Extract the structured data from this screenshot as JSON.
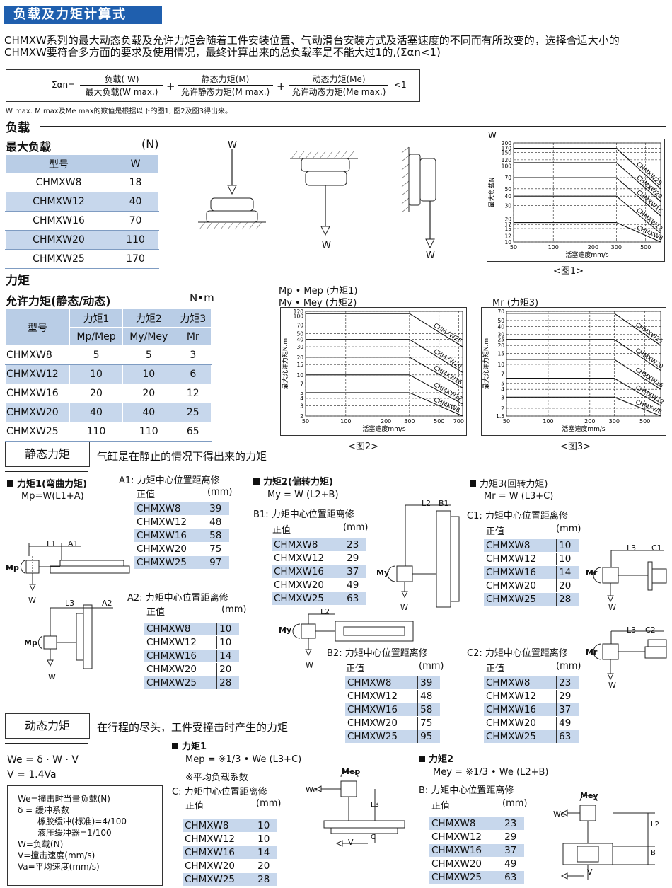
{
  "header": {
    "title": "负载及力矩计算式"
  },
  "intro": {
    "line1": "CHMXW系列的最大动态负载及允许力矩会随着工件安装位置、气动滑台安装方式及活塞速度的不同而有所改变的，选择合适大小的",
    "line2": "CHMXW要符合多方面的要求及使用情况，最终计算出来的总负载率是不能大过1的,(Σαn<1)"
  },
  "formula": {
    "lhs": "Σαn=",
    "t1_num": "负载( W)",
    "t1_den": "最大负载(W max.)",
    "t2_num": "静态力矩(M)",
    "t2_den": "允许静态力矩(M max.)",
    "t3_num": "动态力矩(Me)",
    "t3_den": "允许动态力矩(Me max.)",
    "plus": "+",
    "rhs": "<1"
  },
  "note": "W max. M max及Me max的数值是根据以下的图1, 图2及图3得出来。",
  "load": {
    "section": "负载",
    "subtitle": "最大负载",
    "unit": "(N)",
    "headers": [
      "型号",
      "W"
    ],
    "rows": [
      [
        "CHMXW8",
        "18"
      ],
      [
        "CHMXW12",
        "40"
      ],
      [
        "CHMXW16",
        "70"
      ],
      [
        "CHMXW20",
        "110"
      ],
      [
        "CHMXW25",
        "170"
      ]
    ],
    "w_label": "W"
  },
  "moment": {
    "section": "力矩",
    "subtitle": "允许力矩(静态/动态)",
    "unit": "N•m",
    "h_model": "型号",
    "h_m1": "力矩1",
    "h_m2": "力矩2",
    "h_m3": "力矩3",
    "h_s1": "Mp/Mep",
    "h_s2": "My/Mey",
    "h_s3": "Mr",
    "rows": [
      [
        "CHMXW8",
        "5",
        "5",
        "3"
      ],
      [
        "CHMXW12",
        "10",
        "10",
        "6"
      ],
      [
        "CHMXW16",
        "20",
        "20",
        "12"
      ],
      [
        "CHMXW20",
        "40",
        "40",
        "25"
      ],
      [
        "CHMXW25",
        "110",
        "110",
        "65"
      ]
    ]
  },
  "charts": {
    "fig1": {
      "label": "<图1>",
      "top": "W",
      "ylabel": "最大负载N",
      "xlabel": "活塞速度mm/s"
    },
    "fig2": {
      "label": "<图2>",
      "top1": "Mp • Mep (力矩1)",
      "top2": "My • Mey (力矩2)",
      "ylabel": "最大允许力矩N.m",
      "xlabel": "活塞速度mm/s"
    },
    "fig3": {
      "label": "<图3>",
      "top1": "Mr (力矩3)",
      "ylabel": "最大允许力矩N.m",
      "xlabel": "活塞速度mm/s"
    }
  },
  "chart_data": [
    {
      "type": "line",
      "title": "<图1>",
      "xlabel": "活塞速度mm/s",
      "ylabel": "最大负载N",
      "log_x": true,
      "log_y": true,
      "xlim": [
        50,
        650
      ],
      "ylim": [
        10,
        200
      ],
      "x_ticks": [
        "50",
        "100",
        "200",
        "300",
        "500"
      ],
      "y_ticks": [
        "10",
        "12",
        "15",
        "17",
        "20",
        "30",
        "40",
        "50",
        "70",
        "100",
        "120",
        "150",
        "170",
        "200"
      ],
      "series": [
        {
          "name": "CHMXW25",
          "x": [
            50,
            300,
            650
          ],
          "y": [
            170,
            170,
            50
          ]
        },
        {
          "name": "CHMXW20",
          "x": [
            50,
            300,
            650
          ],
          "y": [
            110,
            110,
            34
          ]
        },
        {
          "name": "CHMXW16",
          "x": [
            50,
            300,
            650
          ],
          "y": [
            70,
            70,
            22
          ]
        },
        {
          "name": "CHMXW12",
          "x": [
            50,
            300,
            650
          ],
          "y": [
            40,
            40,
            13
          ]
        },
        {
          "name": "CHMXW8",
          "x": [
            50,
            300,
            650
          ],
          "y": [
            18,
            18,
            10
          ]
        }
      ]
    },
    {
      "type": "line",
      "title": "<图2>",
      "xlabel": "活塞速度mm/s",
      "ylabel": "最大允许力矩N.m",
      "log_x": true,
      "log_y": true,
      "xlim": [
        50,
        750
      ],
      "ylim": [
        2,
        120
      ],
      "x_ticks": [
        "50",
        "100",
        "200",
        "300",
        "500",
        "700"
      ],
      "y_ticks": [
        "2",
        "3",
        "4",
        "5",
        "7",
        "10",
        "15",
        "20",
        "30",
        "40",
        "50",
        "70",
        "100",
        "120"
      ],
      "series": [
        {
          "name": "CHMXW25",
          "x": [
            50,
            300,
            750
          ],
          "y": [
            110,
            110,
            30
          ]
        },
        {
          "name": "CHMXW20",
          "x": [
            50,
            300,
            750
          ],
          "y": [
            40,
            40,
            11
          ]
        },
        {
          "name": "CHMXW16",
          "x": [
            50,
            300,
            750
          ],
          "y": [
            20,
            20,
            6
          ]
        },
        {
          "name": "CHMXW12",
          "x": [
            50,
            300,
            750
          ],
          "y": [
            10,
            10,
            3.2
          ]
        },
        {
          "name": "CHMXW8",
          "x": [
            50,
            300,
            750
          ],
          "y": [
            5,
            5,
            2
          ]
        }
      ]
    },
    {
      "type": "line",
      "title": "<图3>",
      "xlabel": "活塞速度mm/s",
      "ylabel": "最大允许力矩N.m",
      "log_x": true,
      "log_y": true,
      "xlim": [
        50,
        650
      ],
      "ylim": [
        1.5,
        70
      ],
      "x_ticks": [
        "50",
        "100",
        "200",
        "300",
        "500"
      ],
      "y_ticks": [
        "1.5",
        "2",
        "3",
        "4",
        "5",
        "7",
        "10",
        "15",
        "20",
        "25",
        "30",
        "40",
        "50",
        "70"
      ],
      "series": [
        {
          "name": "CHMXW25",
          "x": [
            50,
            300,
            650
          ],
          "y": [
            65,
            65,
            20
          ]
        },
        {
          "name": "CHMXW20",
          "x": [
            50,
            300,
            650
          ],
          "y": [
            25,
            25,
            8
          ]
        },
        {
          "name": "CHMXW16",
          "x": [
            50,
            300,
            650
          ],
          "y": [
            12,
            12,
            4
          ]
        },
        {
          "name": "CHMXW12",
          "x": [
            50,
            300,
            650
          ],
          "y": [
            6,
            6,
            2.2
          ]
        },
        {
          "name": "CHMXW8",
          "x": [
            50,
            300,
            650
          ],
          "y": [
            3,
            3,
            1.5
          ]
        }
      ]
    }
  ],
  "static": {
    "badge": "静态力矩",
    "desc": "气缸是在静止的情况下得出来的力矩",
    "m1": {
      "title": "力矩1(弯曲力矩)",
      "formula": "Mp=W(L1+A)",
      "label": "Mp",
      "w": "W",
      "l1": "L1",
      "a1": "A1",
      "l3": "L3",
      "a2": "A2"
    },
    "m2": {
      "title": "力矩2(偏转力矩)",
      "formula": "My = W (L2+B)",
      "label": "My",
      "l2": "L2",
      "b1": "B1",
      "w": "W"
    },
    "m3": {
      "title": "力矩3(回转力矩)",
      "formula": "Mr = W (L3+C)",
      "label": "Mr",
      "l3": "L3",
      "c1": "C1",
      "c2": "C2",
      "w": "W"
    },
    "a1": {
      "title": "A1: 力矩中心位置距离修",
      "sub": "正值",
      "unit": "(mm)",
      "rows": [
        [
          "CHMXW8",
          "39"
        ],
        [
          "CHMXW12",
          "48"
        ],
        [
          "CHMXW16",
          "58"
        ],
        [
          "CHMXW20",
          "75"
        ],
        [
          "CHMXW25",
          "97"
        ]
      ]
    },
    "a2": {
      "title": "A2: 力矩中心位置距离修",
      "sub": "正值",
      "unit": "(mm)",
      "rows": [
        [
          "CHMXW8",
          "10"
        ],
        [
          "CHMXW12",
          "10"
        ],
        [
          "CHMXW16",
          "14"
        ],
        [
          "CHMXW20",
          "20"
        ],
        [
          "CHMXW25",
          "28"
        ]
      ]
    },
    "b1": {
      "title": "B1: 力矩中心位置距离修",
      "sub": "正值",
      "unit": "(mm)",
      "rows": [
        [
          "CHMXW8",
          "23"
        ],
        [
          "CHMXW12",
          "29"
        ],
        [
          "CHMXW16",
          "37"
        ],
        [
          "CHMXW20",
          "49"
        ],
        [
          "CHMXW25",
          "63"
        ]
      ]
    },
    "b2": {
      "title": "B2: 力矩中心位置距离修",
      "sub": "正值",
      "unit": "(mm)",
      "rows": [
        [
          "CHMXW8",
          "39"
        ],
        [
          "CHMXW12",
          "48"
        ],
        [
          "CHMXW16",
          "58"
        ],
        [
          "CHMXW20",
          "75"
        ],
        [
          "CHMXW25",
          "95"
        ]
      ]
    },
    "c1": {
      "title": "C1: 力矩中心位置距离修",
      "sub": "正值",
      "unit": "(mm)",
      "rows": [
        [
          "CHMXW8",
          "10"
        ],
        [
          "CHMXW12",
          "10"
        ],
        [
          "CHMXW16",
          "14"
        ],
        [
          "CHMXW20",
          "20"
        ],
        [
          "CHMXW25",
          "28"
        ]
      ]
    },
    "c2": {
      "title": "C2: 力矩中心位置距离修",
      "sub": "正值",
      "unit": "(mm)",
      "rows": [
        [
          "CHMXW8",
          "23"
        ],
        [
          "CHMXW12",
          "29"
        ],
        [
          "CHMXW16",
          "37"
        ],
        [
          "CHMXW20",
          "49"
        ],
        [
          "CHMXW25",
          "63"
        ]
      ]
    }
  },
  "dynamic": {
    "badge": "动态力矩",
    "desc": "在行程的尽头，工件受撞击时产生的力矩",
    "we": "We = δ · W · V",
    "v": "V = 1.4Va",
    "legend": [
      "We=撞击时当量负载(N)",
      "δ = 缓冲系数",
      "橡胶缓冲(标准)=4/100",
      "液压缓冲器=1/100",
      "W=负载(N)",
      "V=撞击速度(mm/s)",
      "Va=平均速度(mm/s)"
    ],
    "m1": {
      "title": "力矩1",
      "formula": "Mep = ※1/3 • We (L3+C)",
      "note": "※平均负载系数",
      "label": "Mep",
      "we": "We",
      "v": "V",
      "l3": "L3",
      "c": "C"
    },
    "m2": {
      "title": "力矩2",
      "formula": "Mey = ※1/3 • We (L2+B)",
      "label": "Mey",
      "we": "We",
      "v": "V",
      "l2": "L2",
      "b": "B"
    },
    "c": {
      "title": "C: 力矩中心位置距离修",
      "sub": "正值",
      "unit": "(mm)",
      "rows": [
        [
          "CHMXW8",
          "10"
        ],
        [
          "CHMXW12",
          "10"
        ],
        [
          "CHMXW16",
          "14"
        ],
        [
          "CHMXW20",
          "20"
        ],
        [
          "CHMXW25",
          "28"
        ]
      ]
    },
    "b": {
      "title": "B: 力矩中心位置距离修",
      "sub": "正值",
      "unit": "(mm)",
      "rows": [
        [
          "CHMXW8",
          "23"
        ],
        [
          "CHMXW12",
          "29"
        ],
        [
          "CHMXW16",
          "37"
        ],
        [
          "CHMXW20",
          "49"
        ],
        [
          "CHMXW25",
          "63"
        ]
      ]
    }
  }
}
